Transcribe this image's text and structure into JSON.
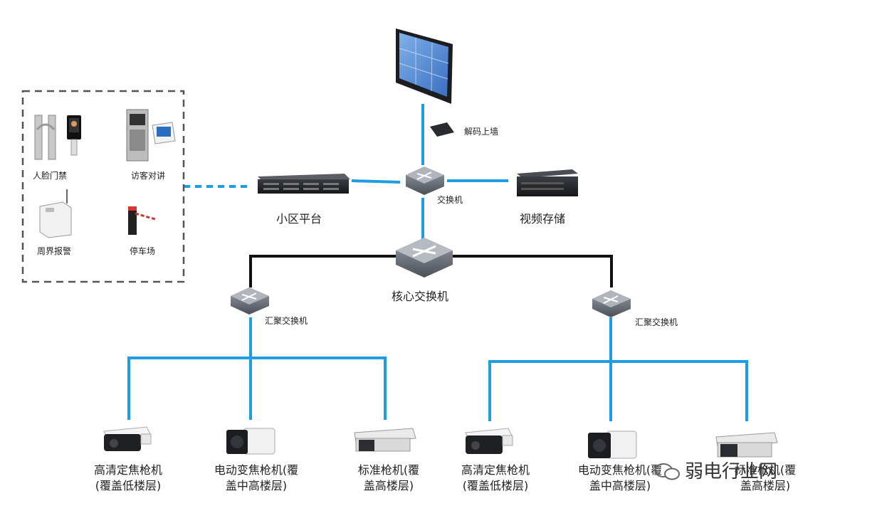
{
  "top": {
    "decoder_label": "解码上墙",
    "switch_label": "交换机",
    "platform_label": "小区平台",
    "storage_label": "视频存储"
  },
  "core": {
    "label": "核心交换机"
  },
  "aggregation": {
    "left_label": "汇聚交换机",
    "right_label": "汇聚交换机"
  },
  "subsystems": {
    "items": [
      {
        "label": "人脸门禁",
        "icon": "face-gate-icon"
      },
      {
        "label": "访客对讲",
        "icon": "visitor-intercom-icon"
      },
      {
        "label": "周界报警",
        "icon": "perimeter-alarm-icon"
      },
      {
        "label": "停车场",
        "icon": "parking-barrier-icon"
      }
    ]
  },
  "cameras": {
    "left": [
      {
        "line1": "高清定焦枪机",
        "line2": "(覆盖低楼层)"
      },
      {
        "line1": "电动变焦枪机(覆",
        "line2": "盖中高楼层)"
      },
      {
        "line1": "标准枪机(覆",
        "line2": "盖高楼层)"
      }
    ],
    "right": [
      {
        "line1": "高清定焦枪机",
        "line2": "(覆盖低楼层)"
      },
      {
        "line1": "电动变焦枪机(覆",
        "line2": "盖中高楼层)"
      },
      {
        "line1": "标准枪机(覆",
        "line2": "盖高楼层)"
      }
    ]
  },
  "watermark": {
    "text": "弱电行业网"
  },
  "colors": {
    "link_blue": "#1e9de0",
    "core_black": "#111111",
    "dash_gray": "#555555"
  }
}
